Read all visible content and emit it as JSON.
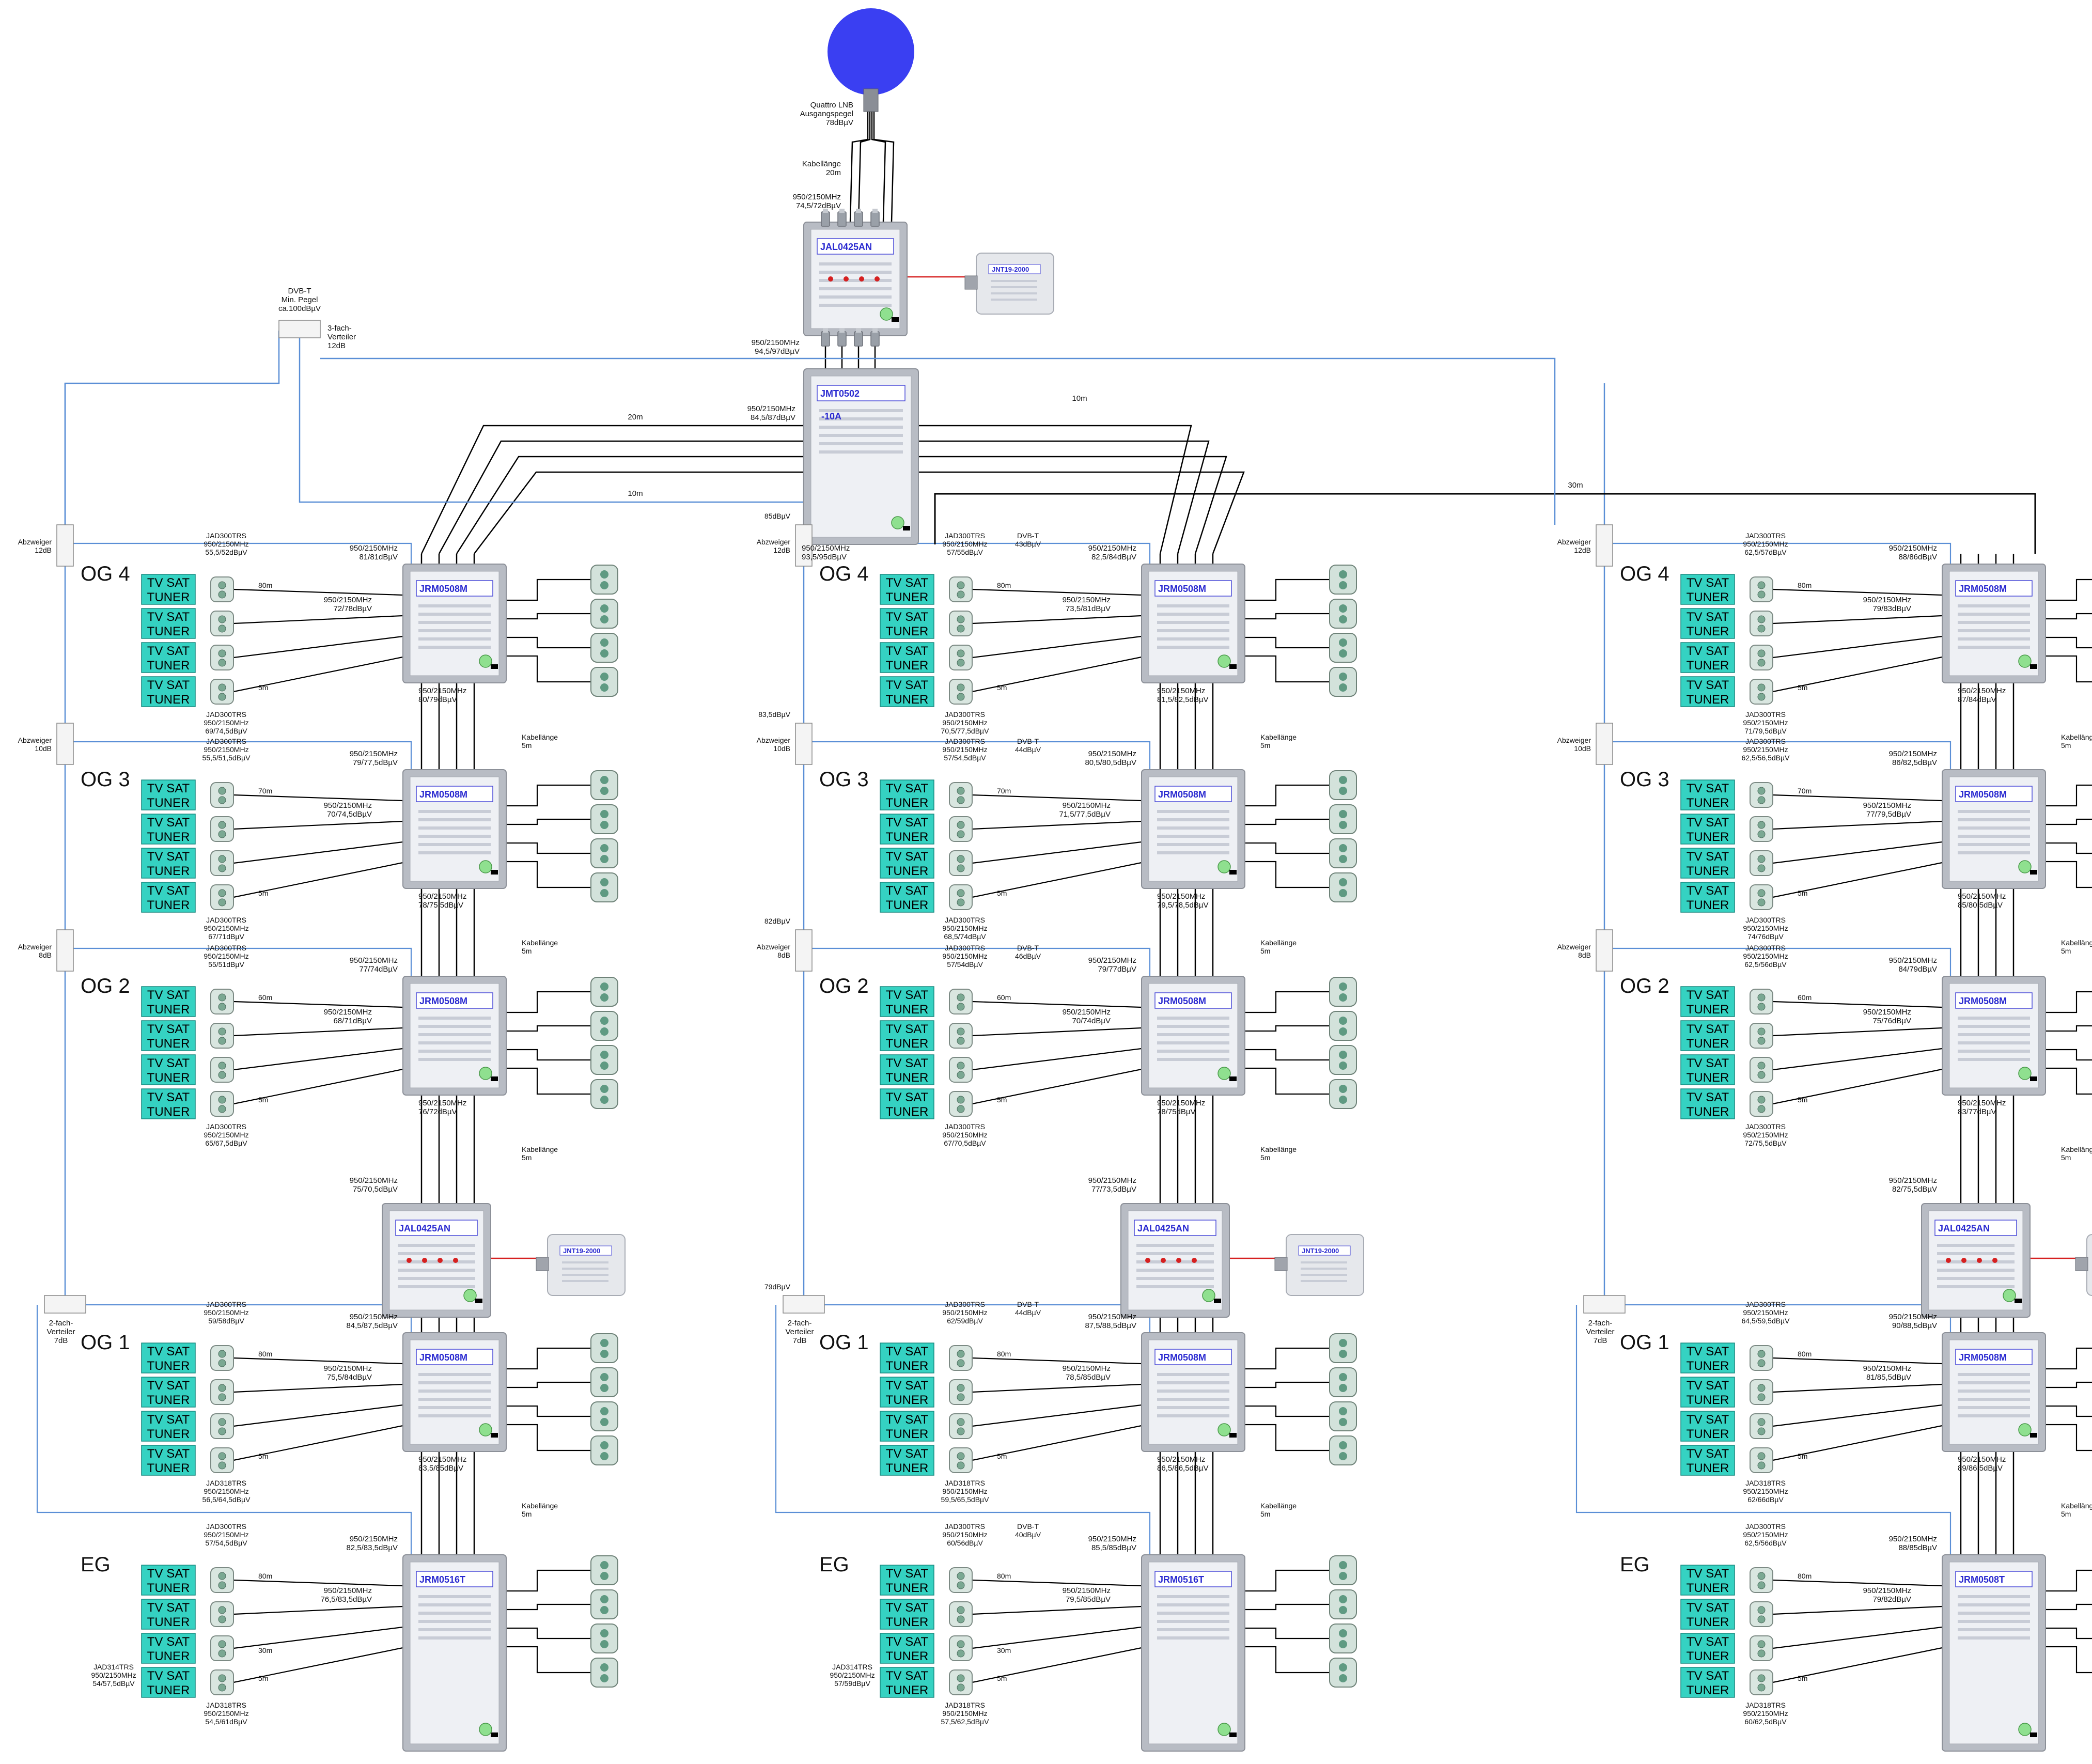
{
  "dish": {
    "lnb_label": [
      "Quattro LNB",
      "Ausgangspegel",
      "78dBµV"
    ],
    "cable_label": [
      "Kabellänge",
      "20m"
    ],
    "feed_label": [
      "950/2150MHz",
      "74,5/72dBµV"
    ]
  },
  "head": {
    "amp_model": "JAL0425AN",
    "psu_model": "JNT19-2000",
    "amp_out_label": [
      "950/2150MHz",
      "94,5/97dBµV"
    ],
    "splitter_model": [
      "JMT0502",
      "-10A"
    ],
    "splitter_in_label": [
      "950/2150MHz",
      "84,5/87dBµV"
    ],
    "splitter_out_label": [
      "950/2150MHz",
      "93,5/95dBµV"
    ],
    "cable_left": "20m",
    "cable_right": "10m",
    "cable_mid": "10m",
    "cable_far": "30m"
  },
  "terrestrial": {
    "dvbt_label": [
      "DVB-T",
      "Min. Pegel",
      "ca.100dBµV"
    ],
    "splitter_label": [
      "3-fach-",
      "Verteiler",
      "12dB"
    ]
  },
  "common": {
    "tuner_line1": "TV SAT",
    "tuner_line2": "TUNER",
    "multiswitch_model": "JRM0508M",
    "eg_switch_left": "JRM0516T",
    "eg_switch_right": "JRM0508T",
    "riser_label": [
      "Kabellänge",
      "5m"
    ],
    "short_cable": "5m"
  },
  "columns": [
    {
      "taps": [
        {
          "label": [
            "Abzweiger",
            "12dB"
          ]
        },
        {
          "label": [
            "Abzweiger",
            "10dB"
          ]
        },
        {
          "label": [
            "Abzweiger",
            "8dB"
          ]
        }
      ],
      "splitter2": [
        "2-fach-",
        "Verteiler",
        "7dB"
      ],
      "floors": [
        {
          "name": "OG 4",
          "top_outlet": [
            "JAD300TRS",
            "950/2150MHz",
            "55,5/52dBµV"
          ],
          "in_label": [
            "950/2150MHz",
            "81/81dBµV"
          ],
          "mid_label": [
            "950/2150MHz",
            "72/78dBµV"
          ],
          "bottom_outlet": [
            "JAD300TRS",
            "950/2150MHz",
            "69/74,5dBµV"
          ],
          "out_label": [
            "950/2150MHz",
            "80/79dBµV"
          ],
          "long_cable": "80m"
        },
        {
          "name": "OG 3",
          "top_outlet": [
            "JAD300TRS",
            "950/2150MHz",
            "55,5/51,5dBµV"
          ],
          "in_label": [
            "950/2150MHz",
            "79/77,5dBµV"
          ],
          "mid_label": [
            "950/2150MHz",
            "70/74,5dBµV"
          ],
          "bottom_outlet": [
            "JAD300TRS",
            "950/2150MHz",
            "67/71dBµV"
          ],
          "out_label": [
            "950/2150MHz",
            "78/75,5dBµV"
          ],
          "long_cable": "70m"
        },
        {
          "name": "OG 2",
          "top_outlet": [
            "JAD300TRS",
            "950/2150MHz",
            "55/51dBµV"
          ],
          "in_label": [
            "950/2150MHz",
            "77/74dBµV"
          ],
          "mid_label": [
            "950/2150MHz",
            "68/71dBµV"
          ],
          "bottom_outlet": [
            "JAD300TRS",
            "950/2150MHz",
            "65/67,5dBµV"
          ],
          "out_label": [
            "950/2150MHz",
            "76/72dBµV"
          ],
          "long_cable": "60m"
        },
        {
          "name": "OG 1",
          "top_outlet": [
            "JAD300TRS",
            "950/2150MHz",
            "59/58dBµV"
          ],
          "in_label": [
            "950/2150MHz",
            "84,5/87,5dBµV"
          ],
          "mid_label": [
            "950/2150MHz",
            "75,5/84dBµV"
          ],
          "bottom_outlet": [
            "JAD318TRS",
            "950/2150MHz",
            "56,5/64,5dBµV"
          ],
          "out_label": [
            "950/2150MHz",
            "83,5/85dBµV"
          ],
          "long_cable": "80m"
        },
        {
          "name": "EG",
          "top_outlet": [
            "JAD300TRS",
            "950/2150MHz",
            "57/54,5dBµV"
          ],
          "in_label": [
            "950/2150MHz",
            "82,5/83,5dBµV"
          ],
          "mid_label": [
            "950/2150MHz",
            "76,5/83,5dBµV"
          ],
          "bottom_outlet": [
            "JAD318TRS",
            "950/2150MHz",
            "54,5/61dBµV"
          ],
          "extra_outlet": [
            "JAD314TRS",
            "950/2150MHz",
            "54/57,5dBµV"
          ],
          "extra_cable": "30m",
          "long_cable": "80m"
        }
      ],
      "amp_in_label": [
        "950/2150MHz",
        "75/70,5dBµV"
      ]
    },
    {
      "taps": [
        {
          "label": [
            "Abzweiger",
            "12dB"
          ],
          "level": "85dBµV"
        },
        {
          "label": [
            "Abzweiger",
            "10dB"
          ],
          "level": "83,5dBµV"
        },
        {
          "label": [
            "Abzweiger",
            "8dB"
          ],
          "level": "82dBµV"
        }
      ],
      "splitter2": [
        "2-fach-",
        "Verteiler",
        "7dB"
      ],
      "splitter2_level": "79dBµV",
      "floors": [
        {
          "name": "OG 4",
          "top_outlet": [
            "JAD300TRS",
            "950/2150MHz",
            "57/55dBµV"
          ],
          "dvbt": [
            "DVB-T",
            "43dBµV"
          ],
          "in_label": [
            "950/2150MHz",
            "82,5/84dBµV"
          ],
          "mid_label": [
            "950/2150MHz",
            "73,5/81dBµV"
          ],
          "bottom_outlet": [
            "JAD300TRS",
            "950/2150MHz",
            "70,5/77,5dBµV"
          ],
          "out_label": [
            "950/2150MHz",
            "81,5/82,5dBµV"
          ],
          "long_cable": "80m"
        },
        {
          "name": "OG 3",
          "top_outlet": [
            "JAD300TRS",
            "950/2150MHz",
            "57/54,5dBµV"
          ],
          "dvbt": [
            "DVB-T",
            "44dBµV"
          ],
          "in_label": [
            "950/2150MHz",
            "80,5/80,5dBµV"
          ],
          "mid_label": [
            "950/2150MHz",
            "71,5/77,5dBµV"
          ],
          "bottom_outlet": [
            "JAD300TRS",
            "950/2150MHz",
            "68,5/74dBµV"
          ],
          "out_label": [
            "950/2150MHz",
            "79,5/78,5dBµV"
          ],
          "long_cable": "70m"
        },
        {
          "name": "OG 2",
          "top_outlet": [
            "JAD300TRS",
            "950/2150MHz",
            "57/54dBµV"
          ],
          "dvbt": [
            "DVB-T",
            "46dBµV"
          ],
          "in_label": [
            "950/2150MHz",
            "79/77dBµV"
          ],
          "mid_label": [
            "950/2150MHz",
            "70/74dBµV"
          ],
          "bottom_outlet": [
            "JAD300TRS",
            "950/2150MHz",
            "67/70,5dBµV"
          ],
          "out_label": [
            "950/2150MHz",
            "78/75dBµV"
          ],
          "long_cable": "60m"
        },
        {
          "name": "OG 1",
          "top_outlet": [
            "JAD300TRS",
            "950/2150MHz",
            "62/59dBµV"
          ],
          "dvbt": [
            "DVB-T",
            "44dBµV"
          ],
          "in_label": [
            "950/2150MHz",
            "87,5/88,5dBµV"
          ],
          "mid_label": [
            "950/2150MHz",
            "78,5/85dBµV"
          ],
          "bottom_outlet": [
            "JAD318TRS",
            "950/2150MHz",
            "59,5/65,5dBµV"
          ],
          "out_label": [
            "950/2150MHz",
            "86,5/86,5dBµV"
          ],
          "long_cable": "80m"
        },
        {
          "name": "EG",
          "top_outlet": [
            "JAD300TRS",
            "950/2150MHz",
            "60/56dBµV"
          ],
          "dvbt": [
            "DVB-T",
            "40dBµV"
          ],
          "in_label": [
            "950/2150MHz",
            "85,5/85dBµV"
          ],
          "mid_label": [
            "950/2150MHz",
            "79,5/85dBµV"
          ],
          "bottom_outlet": [
            "JAD318TRS",
            "950/2150MHz",
            "57,5/62,5dBµV"
          ],
          "extra_outlet": [
            "JAD314TRS",
            "950/2150MHz",
            "57/59dBµV"
          ],
          "extra_cable": "30m",
          "long_cable": "80m"
        }
      ],
      "amp_in_label": [
        "950/2150MHz",
        "77/73,5dBµV"
      ]
    },
    {
      "taps": [
        {
          "label": [
            "Abzweiger",
            "12dB"
          ]
        },
        {
          "label": [
            "Abzweiger",
            "10dB"
          ]
        },
        {
          "label": [
            "Abzweiger",
            "8dB"
          ]
        }
      ],
      "splitter2": [
        "2-fach-",
        "Verteiler",
        "7dB"
      ],
      "floors": [
        {
          "name": "OG 4",
          "top_outlet": [
            "JAD300TRS",
            "950/2150MHz",
            "62,5/57dBµV"
          ],
          "in_label": [
            "950/2150MHz",
            "88/86dBµV"
          ],
          "mid_label": [
            "950/2150MHz",
            "79/83dBµV"
          ],
          "bottom_outlet": [
            "JAD300TRS",
            "950/2150MHz",
            "71/79,5dBµV"
          ],
          "out_label": [
            "950/2150MHz",
            "87/84dBµV"
          ],
          "long_cable": "80m"
        },
        {
          "name": "OG 3",
          "top_outlet": [
            "JAD300TRS",
            "950/2150MHz",
            "62,5/56,5dBµV"
          ],
          "in_label": [
            "950/2150MHz",
            "86/82,5dBµV"
          ],
          "mid_label": [
            "950/2150MHz",
            "77/79,5dBµV"
          ],
          "bottom_outlet": [
            "JAD300TRS",
            "950/2150MHz",
            "74/76dBµV"
          ],
          "out_label": [
            "950/2150MHz",
            "85/80,5dBµV"
          ],
          "long_cable": "70m"
        },
        {
          "name": "OG 2",
          "top_outlet": [
            "JAD300TRS",
            "950/2150MHz",
            "62,5/56dBµV"
          ],
          "in_label": [
            "950/2150MHz",
            "84/79dBµV"
          ],
          "mid_label": [
            "950/2150MHz",
            "75/76dBµV"
          ],
          "bottom_outlet": [
            "JAD300TRS",
            "950/2150MHz",
            "72/75,5dBµV"
          ],
          "out_label": [
            "950/2150MHz",
            "83/77dBµV"
          ],
          "long_cable": "60m"
        },
        {
          "name": "OG 1",
          "top_outlet": [
            "JAD300TRS",
            "950/2150MHz",
            "64,5/59,5dBµV"
          ],
          "in_label": [
            "950/2150MHz",
            "90/88,5dBµV"
          ],
          "mid_label": [
            "950/2150MHz",
            "81/85,5dBµV"
          ],
          "bottom_outlet": [
            "JAD318TRS",
            "950/2150MHz",
            "62/66dBµV"
          ],
          "out_label": [
            "950/2150MHz",
            "89/86,5dBµV"
          ],
          "long_cable": "80m"
        },
        {
          "name": "EG",
          "top_outlet": [
            "JAD300TRS",
            "950/2150MHz",
            "62,5/56dBµV"
          ],
          "in_label": [
            "950/2150MHz",
            "88/85dBµV"
          ],
          "mid_label": [
            "950/2150MHz",
            "79/82dBµV"
          ],
          "bottom_outlet": [
            "JAD318TRS",
            "950/2150MHz",
            "60/62,5dBµV"
          ],
          "long_cable": "80m"
        }
      ],
      "amp_in_label": [
        "950/2150MHz",
        "82/75,5dBµV"
      ]
    }
  ],
  "colors": {
    "dish": "#3a3ff2",
    "tuner_fill": "#35d2c2",
    "tuner_stroke": "#1a8a80",
    "coax": "#000000",
    "terrestrial": "#5b8fd6",
    "power": "#d62020",
    "device_frame": "#b8bcc4",
    "device_panel": "#eef0f4",
    "model_text": "#2a2ad0"
  }
}
